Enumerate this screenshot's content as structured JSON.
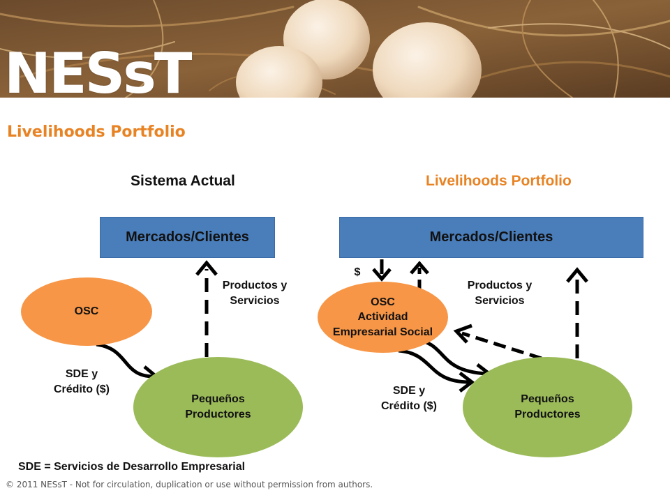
{
  "header": {
    "logo_text": "NESsT",
    "page_title": "Livelihoods Portfolio"
  },
  "left": {
    "heading": "Sistema Actual",
    "market_label": "Mercados/Clientes",
    "osc_label": "OSC",
    "products_label": "Productos y\nServicios",
    "sde_label": "SDE y\nCrédito ($)",
    "producers_label": "Pequeños\nProductores"
  },
  "right": {
    "heading": "Livelihoods Portfolio",
    "market_label": "Mercados/Clientes",
    "money_label": "$",
    "osc_label": "OSC\nActividad\nEmpresarial Social",
    "products_label": "Productos y\nServicios",
    "sde_label": "SDE y\nCrédito ($)",
    "producers_label": "Pequeños\nProductores"
  },
  "footnote": "SDE = Servicios de Desarrollo Empresarial",
  "copyright": "© 2011 NESsT - Not for circulation, duplication or use without permission from authors.",
  "colors": {
    "accent_orange": "#e88324",
    "market_blue": "#4a7ebb",
    "osc_orange": "#f79646",
    "producer_green": "#9bbb59"
  }
}
